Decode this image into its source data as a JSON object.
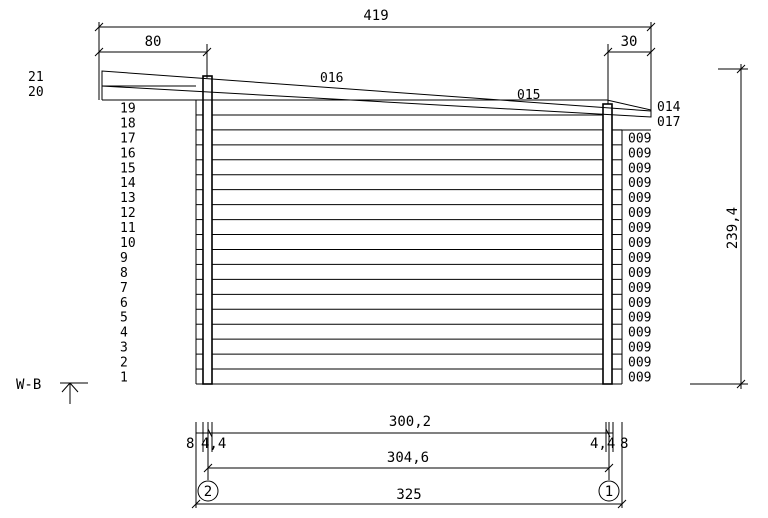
{
  "drawing": {
    "colors": {
      "line": "#000000",
      "background": "#ffffff"
    },
    "dimensions": {
      "overall_top": "419",
      "overhang_left": "80",
      "overhang_right": "30",
      "height_right": "239,4",
      "inner_width": "300,2",
      "center_width": "304,6",
      "overall_bottom": "325",
      "left_small_a": "8",
      "left_small_b": "4,4",
      "right_small_a": "4,4",
      "right_small_b": "8"
    },
    "part_codes": {
      "roof_top_left": "016",
      "roof_top_right": "015",
      "right_upper_a": "014",
      "right_upper_b": "017"
    },
    "right_log_code": "009",
    "row_numbers": [
      "1",
      "2",
      "3",
      "4",
      "5",
      "6",
      "7",
      "8",
      "9",
      "10",
      "11",
      "12",
      "13",
      "14",
      "15",
      "16",
      "17",
      "18",
      "19"
    ],
    "roof_numbers": [
      "21",
      "20"
    ],
    "section_marker": "W-B",
    "axis_markers": {
      "left": "2",
      "right": "1"
    }
  }
}
